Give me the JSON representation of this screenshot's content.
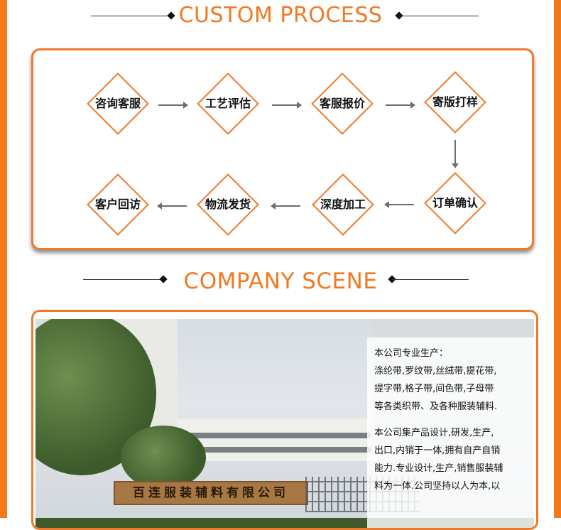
{
  "headings": {
    "process": "CUSTOM PROCESS",
    "scene": "COMPANY SCENE"
  },
  "process_steps": [
    "咨询客服",
    "工艺评估",
    "客服报价",
    "寄版打样",
    "订单确认",
    "深度加工",
    "物流发货",
    "客户回访"
  ],
  "sign": "百连服装辅料有限公司",
  "intro_lines": [
    "本公司专业生产：",
    "涤纶带,罗纹带,丝绒带,提花带,",
    "提字带,格子带,间色带,子母带",
    "等各类织带、及各种服装辅料.",
    "本公司集产品设计,研发,生产,",
    "出口,内销于一体,拥有自产自销",
    "能力.专业设计,生产,销售服装辅",
    "料为一体.公司坚持以人为本,以"
  ],
  "colors": {
    "accent": "#f07a22",
    "edge": "#f27a1a"
  }
}
